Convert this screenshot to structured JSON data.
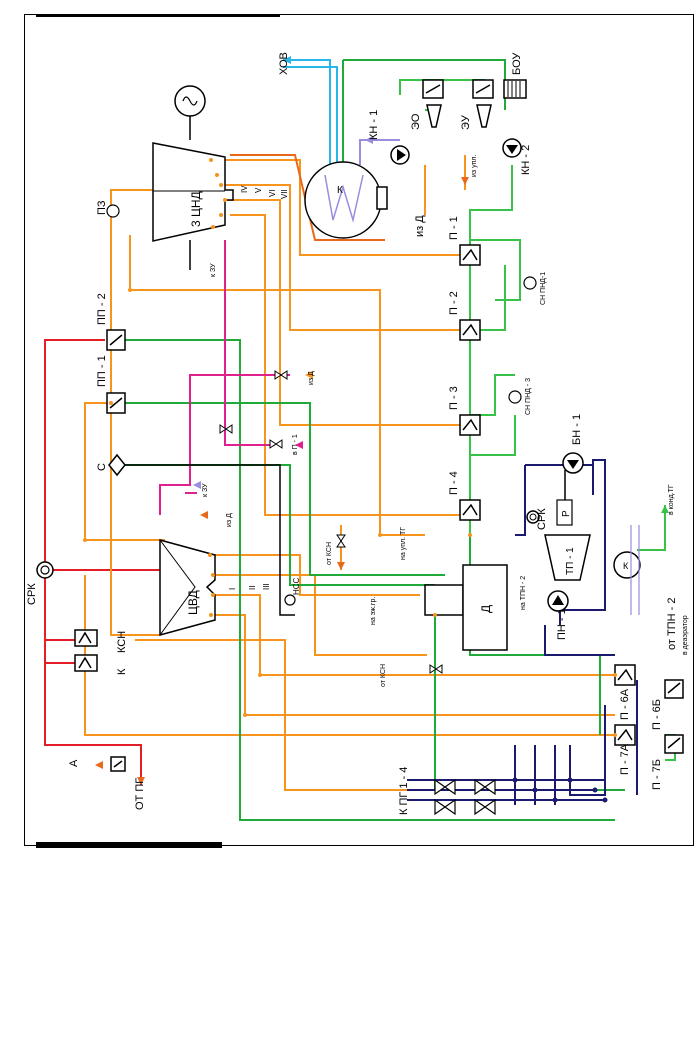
{
  "labels": {
    "ov_pg": "ОТ ПГ",
    "a": "А",
    "k": "К",
    "ksn": "КСН",
    "srk": "СРК",
    "pp2": "ПП - 2",
    "pp1": "ПП - 1",
    "c": "С",
    "pz": "ПЗ",
    "tsnd": "3 ЦНД",
    "tsvd": "ЦВД",
    "iv": "IV",
    "v": "V",
    "vi": "VI",
    "vii": "VII",
    "i": "I",
    "ii": "II",
    "iii": "III",
    "k_zu": "к ЗУ",
    "k_zu2": "к ЗУ",
    "iz_d_small": "из Д",
    "iz_d_small2": "из Д",
    "v_p1": "в П - 1",
    "nss": "НСС",
    "ot_ksn": "от КСН",
    "ot_ksn2": "от КСН",
    "na_upl_tg": "на упл. ТГ",
    "na_tpn2": "на ТПН - 2",
    "na_zh_gr": "на эж.гр.",
    "d": "Д",
    "p1": "П - 1",
    "p2": "П - 2",
    "p3": "П - 3",
    "p4": "П - 4",
    "p6a": "П - 6А",
    "p7a": "П - 7А",
    "p6b": "П - 6Б",
    "p7b": "П - 7Б",
    "sn_pnd1": "СН ПНД-1",
    "sn_pnd3": "СН ПНД - 3",
    "bn1": "БН - 1",
    "tp1": "ТП - 1",
    "pn1": "ПН - 1",
    "r": "Р",
    "srk2": "СРК",
    "v_kond_tg": "в конд.ТГ",
    "ot_tpn2": "от ТПН - 2",
    "v_deaerator": "в деаэратор",
    "k_pg14": "К ПГ 1 - 4",
    "khov": "ХОВ",
    "kn1": "КН - 1",
    "eo": "ЭО",
    "eu": "ЭУ",
    "bou": "БОУ",
    "kn2": "КН - 2",
    "iz_upl": "из упл.",
    "iz_d": "из Д",
    "k_cond": "К",
    "k_tg": "К"
  },
  "colors": {
    "red": "#e41e26",
    "orange": "#f7941d",
    "dark_orange": "#e8681c",
    "green": "#1faa3a",
    "light_green": "#39c24a",
    "navy": "#1c1a6e",
    "magenta": "#e0208c",
    "cyan": "#29b6e8",
    "violet": "#9b8ce0",
    "tan": "#f3c27a",
    "black": "#000000"
  }
}
